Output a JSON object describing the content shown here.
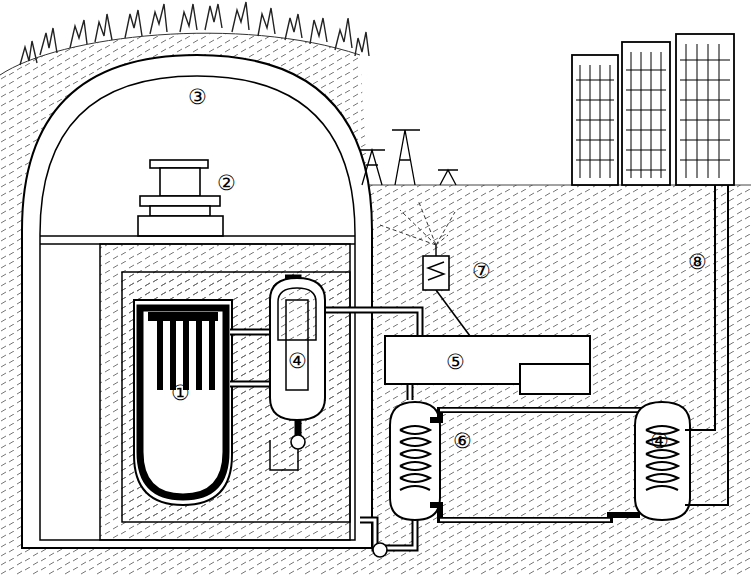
{
  "diagram": {
    "labels": [
      "③",
      "②",
      "⑦",
      "⑧",
      "④",
      "⑤",
      "①",
      "⑥",
      "④"
    ]
  }
}
